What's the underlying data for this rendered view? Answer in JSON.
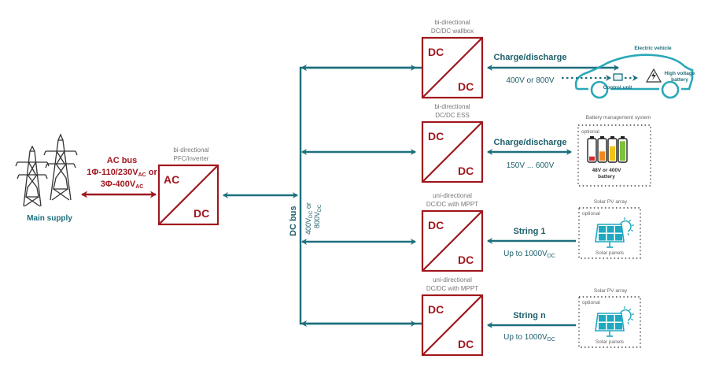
{
  "main_supply": {
    "label": "Main supply",
    "icon": "power-tower-icon"
  },
  "ac_bus": {
    "line1": "AC bus",
    "line2": "1Φ-110/230V",
    "line2_sub": "AC",
    "line2_suffix": " or",
    "line3": "3Φ-400V",
    "line3_sub": "AC"
  },
  "pfc": {
    "caption1": "bi-directional",
    "caption2": "PFC/inverter",
    "in_label": "AC",
    "out_label": "DC"
  },
  "dc_bus": {
    "label": "DC bus",
    "voltage1": "400V",
    "voltage1_sub": "DC",
    "voltage1_suffix": " or",
    "voltage2": "800V",
    "voltage2_sub": "DC"
  },
  "converters": [
    {
      "caption1": "bi-directional",
      "caption2": "DC/DC wallbox",
      "in_label": "DC",
      "out_label": "DC",
      "link_top": "Charge/discharge",
      "link_bottom": "400V or 800V",
      "direction": "bidirectional"
    },
    {
      "caption1": "bi-directional",
      "caption2": "DC/DC ESS",
      "in_label": "DC",
      "out_label": "DC",
      "link_top": "Charge/discharge",
      "link_bottom": "150V ... 600V",
      "direction": "bidirectional"
    },
    {
      "caption1": "uni-directional",
      "caption2": "DC/DC with MPPT",
      "in_label": "DC",
      "out_label": "DC",
      "link_top": "String 1",
      "link_bottom": "Up to 1000V",
      "link_bottom_sub": "DC",
      "direction": "inbound"
    },
    {
      "caption1": "uni-directional",
      "caption2": "DC/DC with MPPT",
      "in_label": "DC",
      "out_label": "DC",
      "link_top": "String n",
      "link_bottom": "Up to 1000V",
      "link_bottom_sub": "DC",
      "direction": "inbound"
    }
  ],
  "ev": {
    "title": "Electric vehicle",
    "control_unit": "Control unit",
    "battery1": "High voltage",
    "battery2": "battery"
  },
  "bms": {
    "title": "Battery management system",
    "optional": "optional",
    "caption1": "48V or 400V",
    "caption2": "battery",
    "battery_levels": [
      0.2,
      0.45,
      0.7,
      0.95
    ],
    "battery_colors": [
      "#d42a2a",
      "#f08a1c",
      "#f2c41a",
      "#7cc23a"
    ]
  },
  "solar": [
    {
      "title": "Solar PV array",
      "optional": "optional",
      "caption": "Solar panels"
    },
    {
      "title": "Solar PV array",
      "optional": "optional",
      "caption": "Solar panels"
    }
  ],
  "colors": {
    "converter": "#a0171e",
    "dc_link": "#1d6f7c",
    "ac_link": "#a0171e",
    "ev_outline": "#2aa8b8",
    "solar": "#1fa9c0"
  }
}
